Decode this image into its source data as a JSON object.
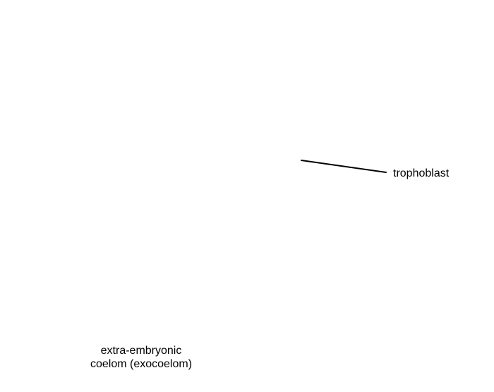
{
  "labels": {
    "trophoblast": "trophoblast",
    "exocoelom_line1": "extra-embryonic",
    "exocoelom_line2": "coelom (exocoelom)"
  },
  "colors": {
    "background": "#ffffff",
    "text": "#000000",
    "leader_line": "#000000"
  }
}
